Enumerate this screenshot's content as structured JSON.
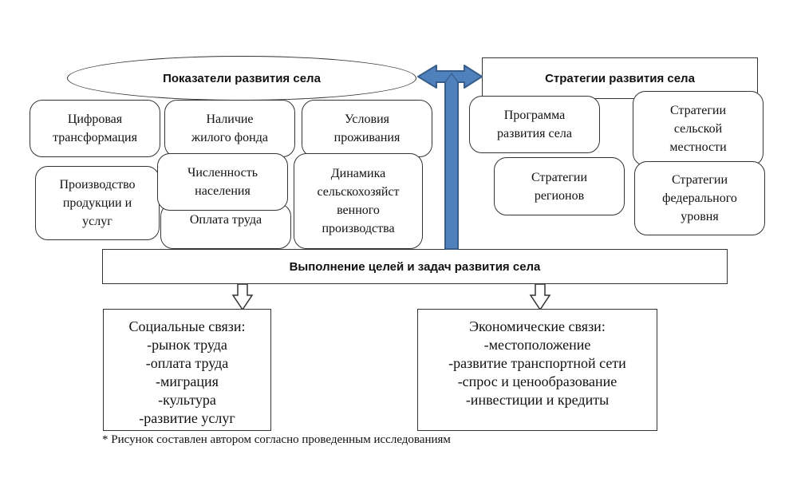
{
  "indicators": {
    "title": "Показатели развития села",
    "items": [
      "Цифровая\nтрансформация",
      "Наличие\nжилого фонда",
      "Условия\nпроживания",
      "Производство\nпродукции и\nуслуг",
      "Численность\nнаселения",
      "Оплата труда",
      "Динамика\nсельскохозяйст\nвенного\nпроизводства"
    ]
  },
  "strategies": {
    "title": "Стратегии развития села",
    "items": [
      "Программа\nразвития села",
      "Стратегии\nсельской\nместности",
      "Стратегии\nрегионов",
      "Стратегии\nфедерального\nуровня"
    ]
  },
  "goals": {
    "title": "Выполнение целей и задач развития села"
  },
  "social": {
    "title": "Социальные связи:",
    "items": [
      "-рынок труда",
      "-оплата труда",
      "-миграция",
      "-культура",
      "-развитие услуг"
    ]
  },
  "economic": {
    "title": "Экономические связи:",
    "items": [
      "-местоположение",
      "-развитие транспортной сети",
      "-спрос и ценообразование",
      "-инвестиции и кредиты"
    ]
  },
  "footnote": "* Рисунок составлен автором согласно проведенным исследованиям",
  "colors": {
    "arrow_fill": "#4f81bd",
    "arrow_stroke": "#385d8a"
  }
}
